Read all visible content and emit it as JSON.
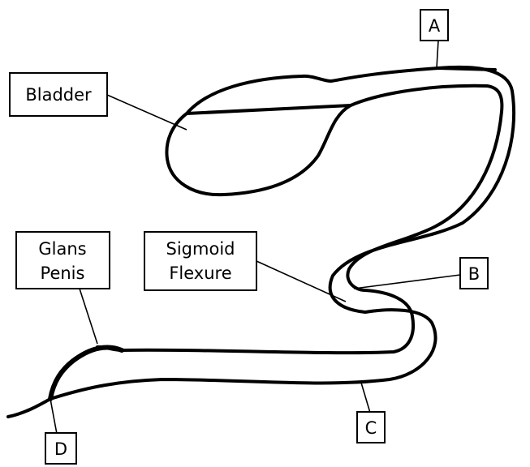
{
  "labels": {
    "bladder": "Bladder",
    "glans_line1": "Glans",
    "glans_line2": "Penis",
    "sigmoid_line1": "Sigmoid",
    "sigmoid_line2": "Flexure",
    "a": "A",
    "b": "B",
    "c": "C",
    "d": "D"
  },
  "colors": {
    "ink": "#000000",
    "paper": "#ffffff"
  }
}
